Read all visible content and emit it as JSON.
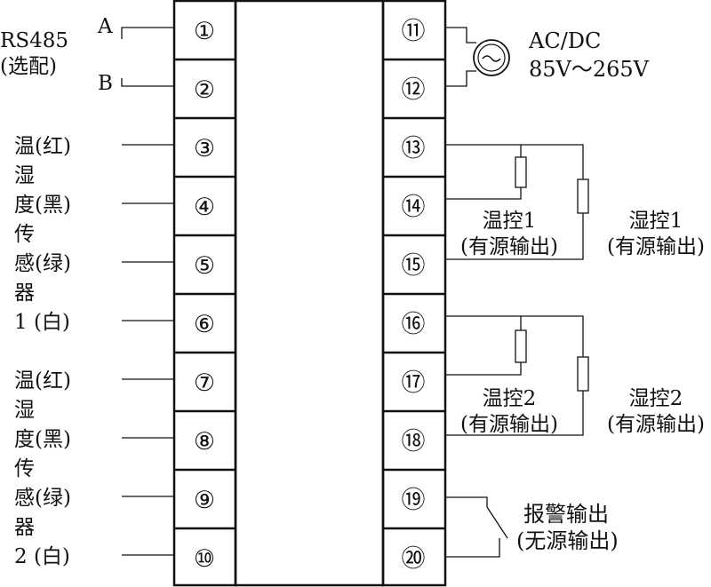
{
  "left_pins": [
    "①",
    "②",
    "③",
    "④",
    "⑤",
    "⑥",
    "⑦",
    "⑧",
    "⑨",
    "⑩"
  ],
  "right_pins": [
    "⑪",
    "⑫",
    "⑬",
    "⑭",
    "⑮",
    "⑯",
    "⑰",
    "⑱",
    "⑲",
    "⑳"
  ],
  "rs485": {
    "a_label": "A",
    "b_label": "B",
    "name": "RS485",
    "note": "(选配)"
  },
  "power": {
    "type": "AC/DC",
    "range": "85V～265V"
  },
  "sensor1": {
    "lines": [
      "温(红)",
      "湿",
      "度(黑)",
      "传",
      "感(绿)",
      "器",
      "1 (白)"
    ]
  },
  "sensor2": {
    "lines": [
      "温(红)",
      "湿",
      "度(黑)",
      "传",
      "感(绿)",
      "器",
      "2 (白)"
    ]
  },
  "control1": {
    "temp_name": "温控1",
    "temp_note": "(有源输出)",
    "hum_name": "湿控1",
    "hum_note": "(有源输出)"
  },
  "control2": {
    "temp_name": "温控2",
    "temp_note": "(有源输出)",
    "hum_name": "湿控2",
    "hum_note": "(有源输出)"
  },
  "alarm": {
    "name": "报警输出",
    "note": "(无源输出)"
  }
}
